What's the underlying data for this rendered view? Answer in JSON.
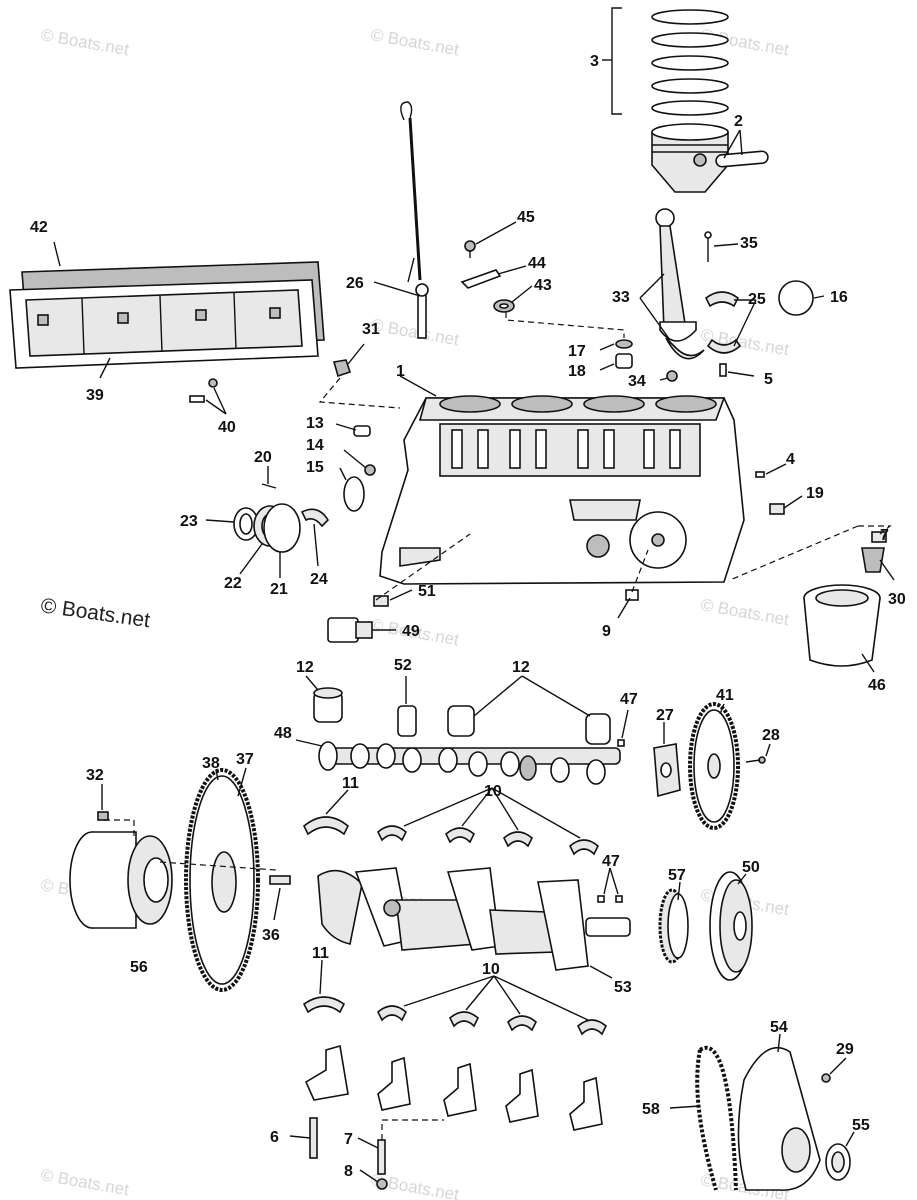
{
  "watermark": {
    "text": "© Boats.net",
    "credit": "© Boats.net"
  },
  "callouts": {
    "c1": "1",
    "c2": "2",
    "c3": "3",
    "c4": "4",
    "c5": "5",
    "c6": "6",
    "c7": "7",
    "c7b": "7",
    "c8": "8",
    "c9": "9",
    "c10a": "10",
    "c10b": "10",
    "c11a": "11",
    "c11b": "11",
    "c12a": "12",
    "c12b": "12",
    "c13": "13",
    "c14": "14",
    "c15": "15",
    "c16": "16",
    "c17": "17",
    "c18": "18",
    "c19": "19",
    "c20": "20",
    "c21": "21",
    "c22": "22",
    "c23": "23",
    "c24": "24",
    "c25": "25",
    "c26": "26",
    "c27": "27",
    "c28": "28",
    "c29": "29",
    "c30": "30",
    "c31": "31",
    "c32": "32",
    "c33": "33",
    "c34": "34",
    "c35": "35",
    "c36": "36",
    "c37": "37",
    "c38": "38",
    "c39": "39",
    "c40": "40",
    "c41": "41",
    "c42": "42",
    "c43": "43",
    "c44": "44",
    "c45": "45",
    "c46": "46",
    "c47a": "47",
    "c47b": "47",
    "c48": "48",
    "c49": "49",
    "c50": "50",
    "c51": "51",
    "c52": "52",
    "c53": "53",
    "c54": "54",
    "c55": "55",
    "c56": "56",
    "c57": "57",
    "c58": "58"
  }
}
